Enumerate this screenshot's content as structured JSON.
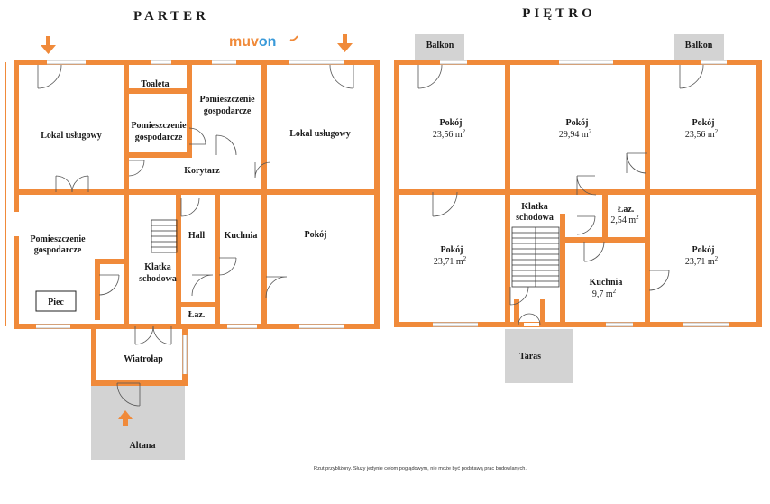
{
  "colors": {
    "wall": "#F08A3A",
    "door": "#555555",
    "window": "#b8b8b8",
    "logo_muv": "#F08A3A",
    "logo_on": "#3A9AD9",
    "grey_area": "#d3d3d3"
  },
  "titles": {
    "ground": "PARTER",
    "upper": "PIĘTRO"
  },
  "logo": {
    "part1": "muv",
    "part2": "on"
  },
  "ground": {
    "rooms": {
      "lokal_left": "Lokal usługowy",
      "toaleta": "Toaleta",
      "pom_gosp_center_1": "Pomieszczenie",
      "pom_gosp_center_2": "gospodarcze",
      "pom_gosp_small_1": "Pomieszczenie",
      "pom_gosp_small_2": "gospodarcze",
      "lokal_right": "Lokal usługowy",
      "korytarz": "Korytarz",
      "pom_gosp_bottom_1": "Pomieszczenie",
      "pom_gosp_bottom_2": "gospodarcze",
      "piec": "Piec",
      "klatka_1": "Klatka",
      "klatka_2": "schodowa",
      "hall": "Hall",
      "kuchnia": "Kuchnia",
      "lazienka": "Łaz.",
      "pokoj": "Pokój",
      "wiatrolap": "Wiatrołap",
      "altana": "Altana"
    }
  },
  "upper": {
    "balkon_left": "Balkon",
    "balkon_right": "Balkon",
    "taras": "Taras",
    "rooms": {
      "pokoj_tl": {
        "name": "Pokój",
        "area": "23,56 m",
        "exp": "2"
      },
      "pokoj_tc": {
        "name": "Pokój",
        "area": "29,94 m",
        "exp": "2"
      },
      "pokoj_tr": {
        "name": "Pokój",
        "area": "23,56 m",
        "exp": "2"
      },
      "klatka_1": "Klatka",
      "klatka_2": "schodowa",
      "laz": {
        "name": "Łaz.",
        "area": "2,54 m",
        "exp": "2"
      },
      "pokoj_bl": {
        "name": "Pokój",
        "area": "23,71 m",
        "exp": "2"
      },
      "kuchnia": {
        "name": "Kuchnia",
        "area": "9,7 m",
        "exp": "2"
      },
      "pokoj_br": {
        "name": "Pokój",
        "area": "23,71 m",
        "exp": "2"
      }
    }
  },
  "footnote": "Rzut przybliżony. Służy jedynie celom poglądowym, nie może być podstawą prac budowlanych."
}
